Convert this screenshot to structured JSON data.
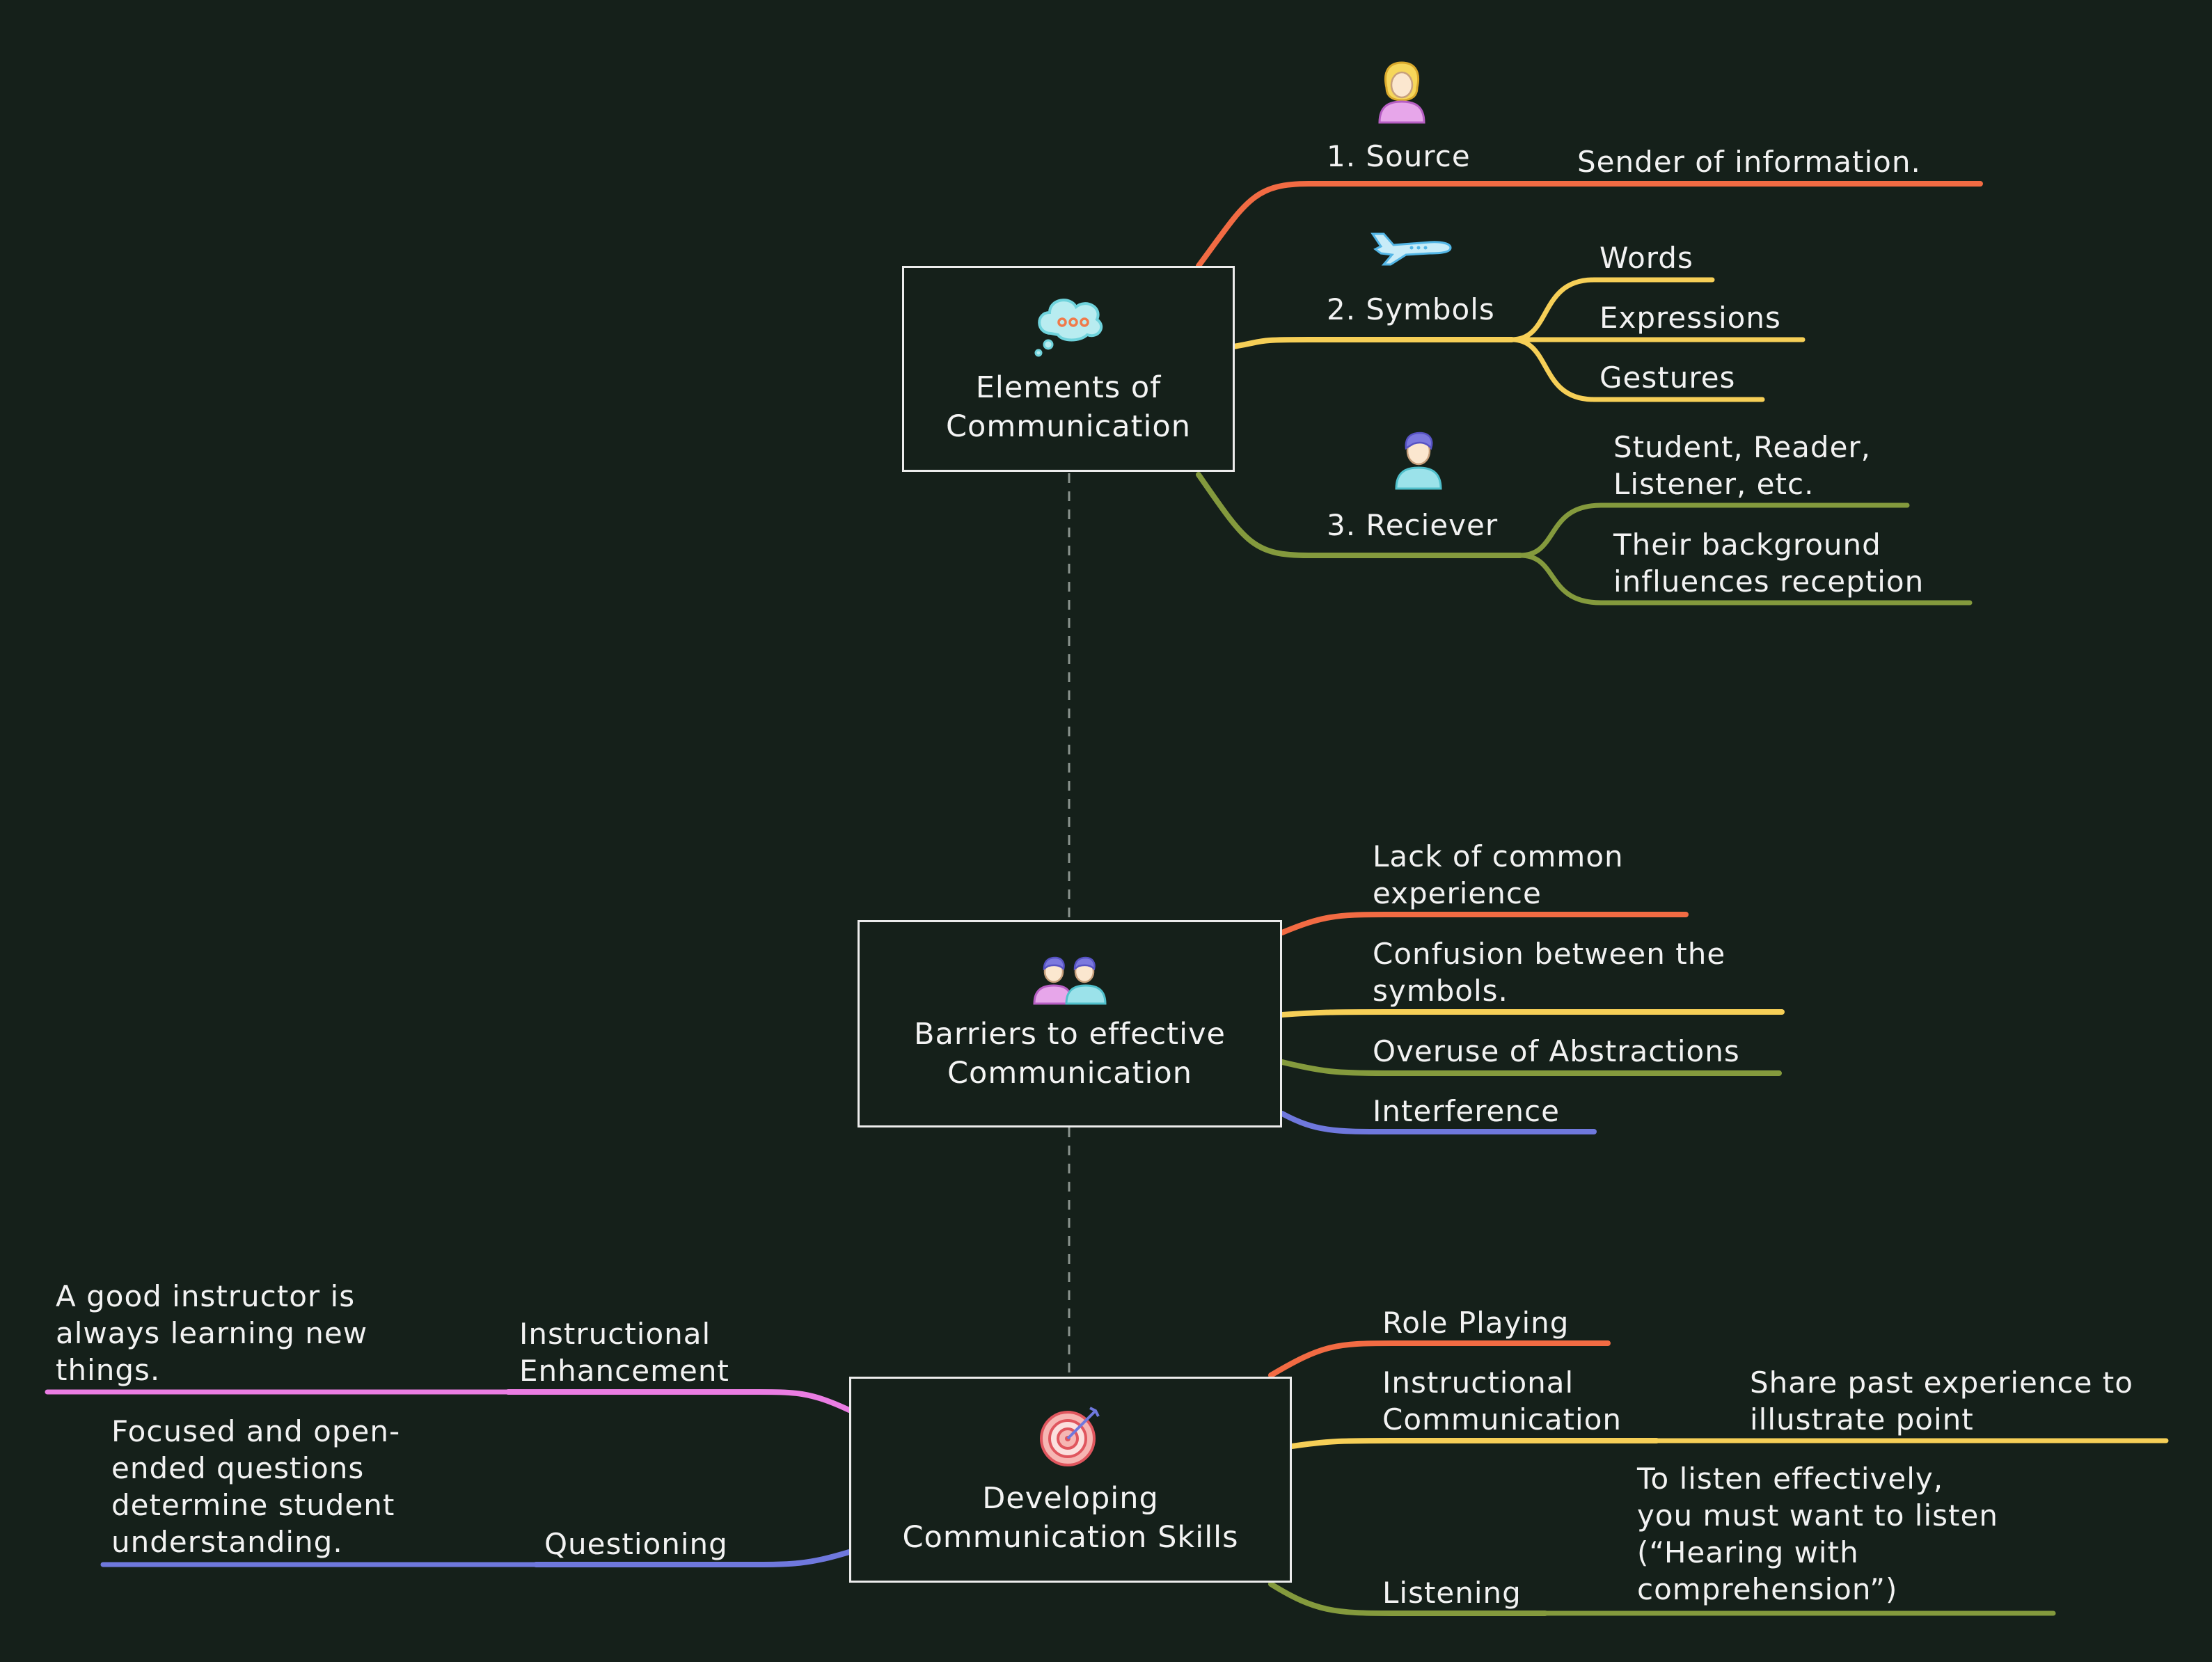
{
  "colors": {
    "background": "#15201a",
    "orange": "#f26b43",
    "yellow": "#f6cf57",
    "olive": "#849a3d",
    "blue": "#6f78dd",
    "pink": "#ea7de3",
    "connector": "#8a938e"
  },
  "topics": {
    "elements": {
      "title": "Elements of\nCommunication",
      "icon": "thought-bubble-icon"
    },
    "barriers": {
      "title": "Barriers to effective\nCommunication",
      "icon": "two-people-icon"
    },
    "developing": {
      "title": "Developing\nCommunication Skills",
      "icon": "target-icon"
    }
  },
  "elements_branches": {
    "source": {
      "label": "1. Source",
      "icon": "woman-icon",
      "children": [
        "Sender of information."
      ]
    },
    "symbols": {
      "label": "2. Symbols",
      "icon": "airplane-icon",
      "children": [
        "Words",
        "Expressions",
        "Gestures"
      ]
    },
    "receiver": {
      "label": "3. Reciever",
      "icon": "man-icon",
      "children": [
        "Student, Reader,\nListener, etc.",
        "Their background\ninfluences reception"
      ]
    }
  },
  "barriers_branches": [
    "Lack of common\nexperience",
    "Confusion between the\nsymbols.",
    "Overuse of Abstractions",
    "Interference"
  ],
  "developing_right": {
    "role_playing": "Role Playing",
    "instructional_communication": {
      "label": "Instructional\nCommunication",
      "child": "Share past experience to\nillustrate point"
    },
    "listening": {
      "label": "Listening",
      "child": "To listen effectively,\nyou must want to listen\n(“Hearing with\ncomprehension”)"
    }
  },
  "developing_left": {
    "instructional_enhancement": {
      "label": "Instructional\nEnhancement",
      "child": "A good instructor is\nalways learning new\nthings."
    },
    "questioning": {
      "label": "Questioning",
      "child": "Focused and open-\nended questions\ndetermine student\nunderstanding."
    }
  }
}
